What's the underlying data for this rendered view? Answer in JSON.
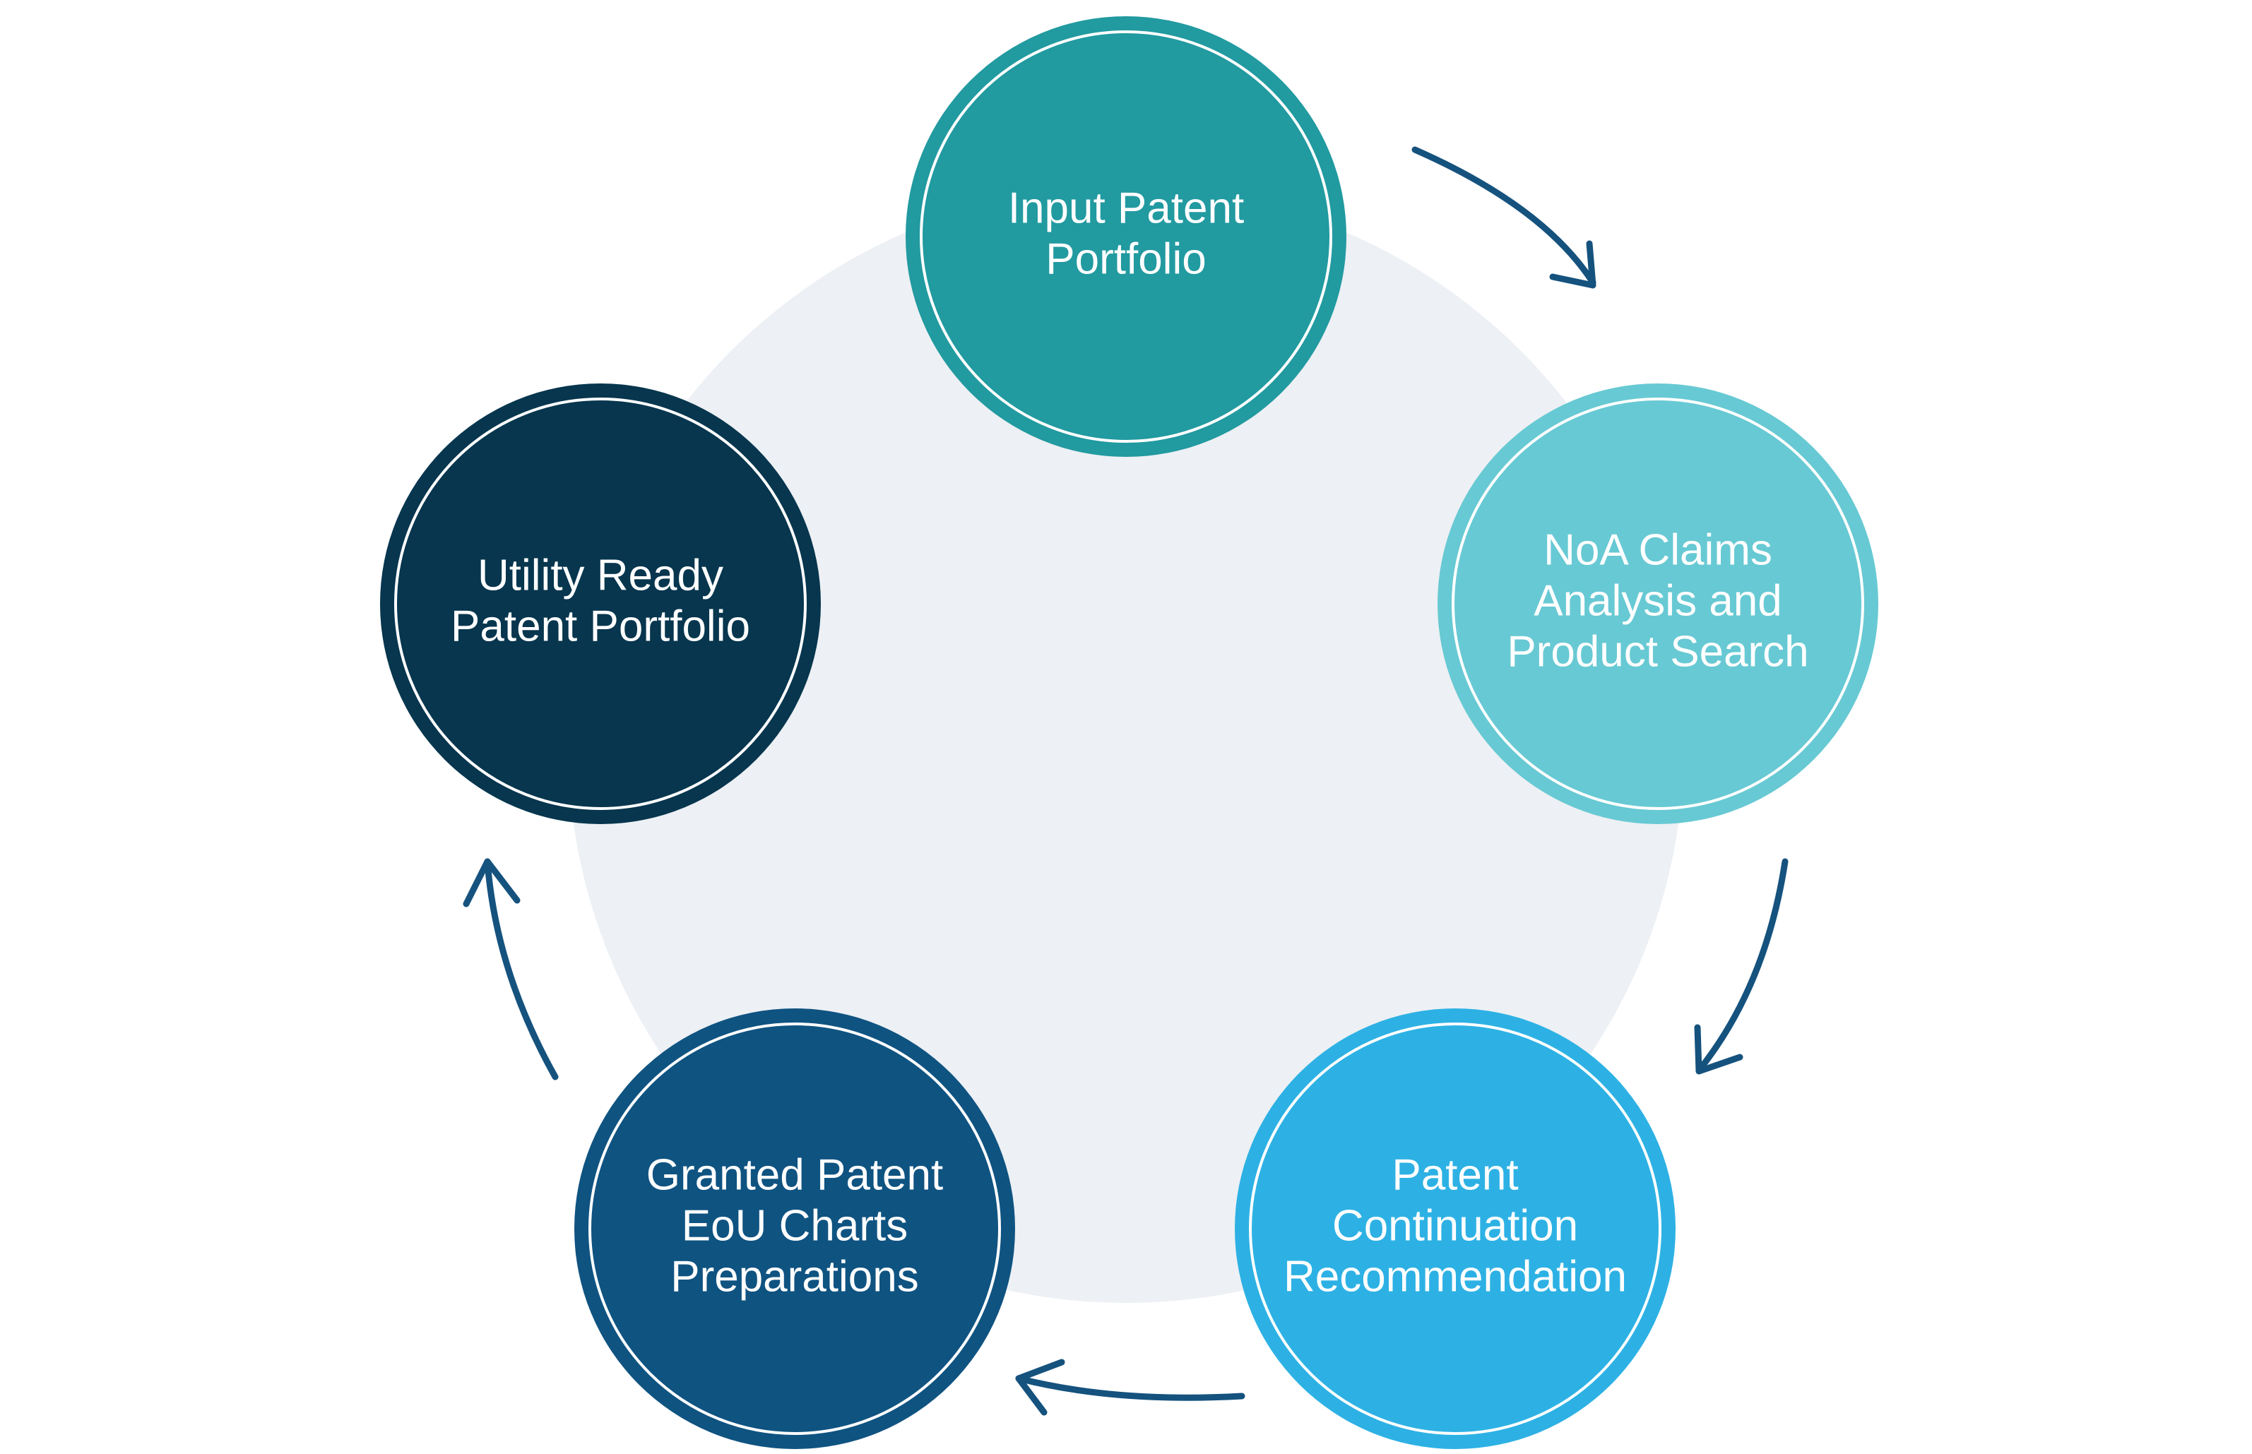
{
  "colors": {
    "background_disc": "#edf0f4",
    "arrow": "#15527e",
    "step1": "#219aa0",
    "step2": "#67c9d3",
    "step3": "#2db1e4",
    "step4": "#0f5381",
    "step5": "#07364e",
    "inner_ring": "#ffffff"
  },
  "steps": [
    {
      "id": "input-patent-portfolio",
      "lines": [
        "Input Patent",
        "Portfolio"
      ],
      "color_key": "step1"
    },
    {
      "id": "noa-claims-analysis",
      "lines": [
        "NoA Claims",
        "Analysis and",
        "Product Search"
      ],
      "color_key": "step2"
    },
    {
      "id": "patent-continuation-recommendation",
      "lines": [
        "Patent",
        "Continuation",
        "Recommendation"
      ],
      "color_key": "step3"
    },
    {
      "id": "granted-patent-eou-charts",
      "lines": [
        "Granted Patent",
        "EoU Charts",
        "Preparations"
      ],
      "color_key": "step4"
    },
    {
      "id": "utility-ready-patent-portfolio",
      "lines": [
        "Utility Ready",
        "Patent Portfolio"
      ],
      "color_key": "step5"
    }
  ]
}
